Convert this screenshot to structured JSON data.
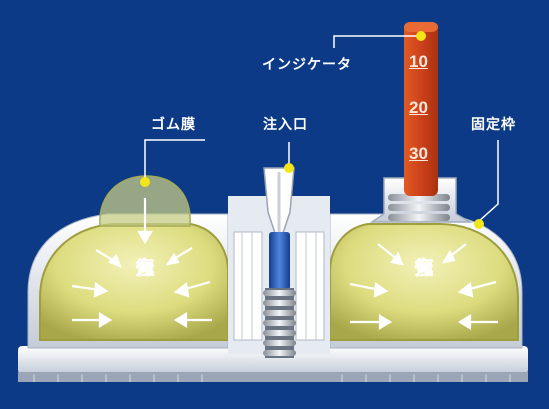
{
  "labels": {
    "rubber_membrane": "ゴム膜",
    "inlet": "注入口",
    "indicator": "インジケータ",
    "fixed_frame": "固定枠"
  },
  "indicator_scale": [
    "10",
    "20",
    "30"
  ],
  "restoring_force": {
    "left": [
      "復",
      "元",
      "力"
    ],
    "right": [
      "復",
      "元",
      "力"
    ]
  },
  "colors": {
    "background": "#0c3a86",
    "membrane": "#d9dc8c",
    "indicator": "#cf4a1c",
    "callout_dot": "#f3e51a",
    "inlet_rod": "#2f69c4"
  }
}
